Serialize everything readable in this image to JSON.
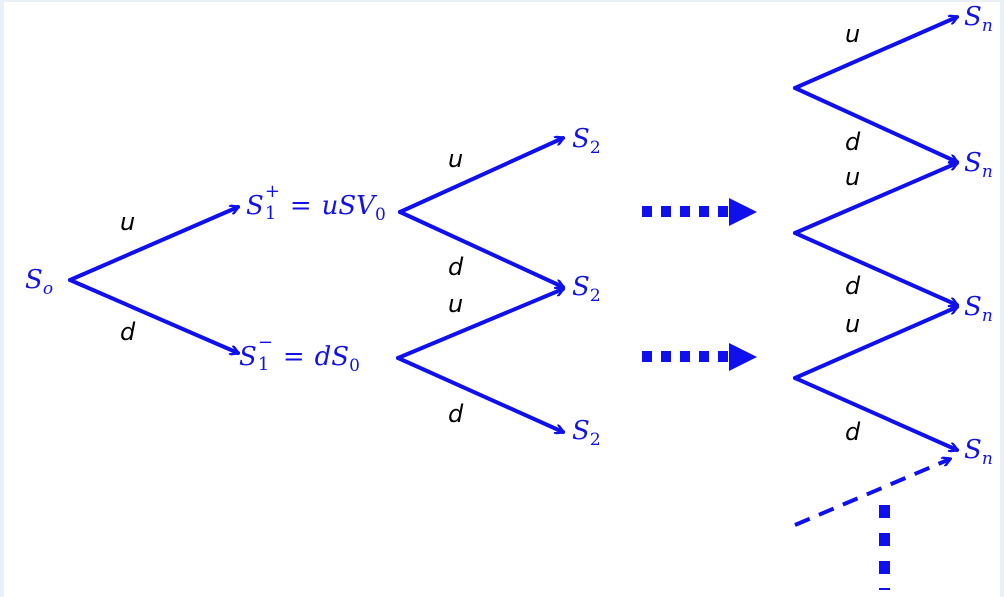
{
  "diagram": {
    "title": "",
    "type": "binomial-tree",
    "colors": {
      "arrows": "#1010ee",
      "node_text": "#1212e6",
      "edge_text": "#000000",
      "background": "#ffffff",
      "frame": "#e8f0f8"
    },
    "root": {
      "base": "S",
      "sub": "o"
    },
    "level1": {
      "up": {
        "lhs_base": "S",
        "lhs_sup": "+",
        "lhs_sub": "1",
        "eq": "=",
        "rhs": "uSV",
        "rhs_sub": "0"
      },
      "down": {
        "lhs_base": "S",
        "lhs_sup": "−",
        "lhs_sub": "1",
        "eq": "=",
        "rhs": "dS",
        "rhs_sub": "0"
      }
    },
    "level2": [
      {
        "base": "S",
        "sub": "2"
      },
      {
        "base": "S",
        "sub": "2"
      },
      {
        "base": "S",
        "sub": "2"
      }
    ],
    "leveln": [
      {
        "base": "S",
        "sub": "n"
      },
      {
        "base": "S",
        "sub": "n"
      },
      {
        "base": "S",
        "sub": "n"
      },
      {
        "base": "S",
        "sub": "n"
      }
    ],
    "edge_labels": {
      "up": "u",
      "down": "d"
    }
  }
}
